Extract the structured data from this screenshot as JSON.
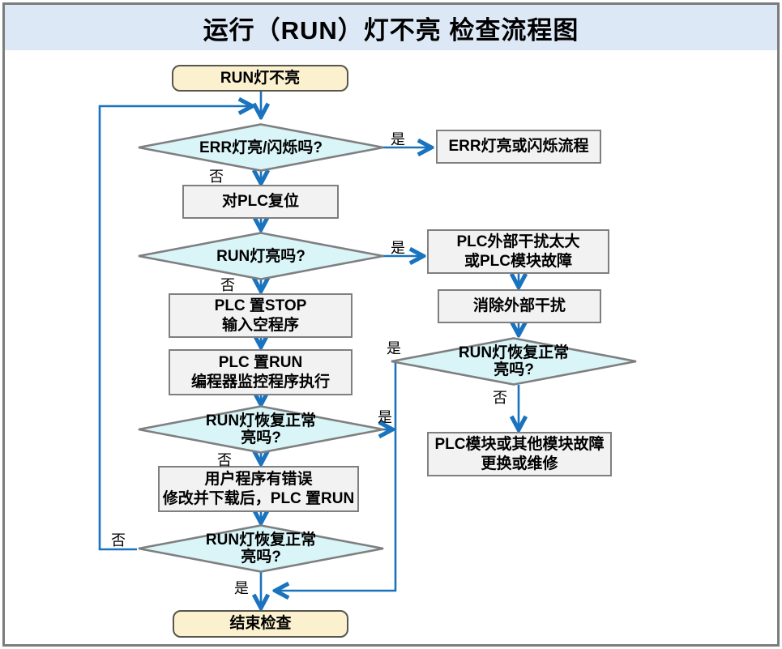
{
  "title": "运行（RUN）灯不亮 检查流程图",
  "labels": {
    "yes": "是",
    "no": "否"
  },
  "colors": {
    "title_bg": "#dce8f5",
    "arrow_blue": "#1a73be",
    "diamond_fill": "#d9f5f8",
    "process_fill": "#f2f2f2",
    "terminal_fill": "#fbf1cf",
    "shape_border": "#7f7f7f"
  },
  "nodes": {
    "start": {
      "label": "RUN灯不亮"
    },
    "check_err": {
      "label": "ERR灯亮/闪烁吗?"
    },
    "err_flow": {
      "label": "ERR灯亮或闪烁流程"
    },
    "reset_plc": {
      "label": "对PLC复位"
    },
    "check_run": {
      "label": "RUN灯亮吗?"
    },
    "interference": {
      "lines": [
        "PLC外部干扰太大",
        "或PLC模块故障"
      ]
    },
    "remove_interference": {
      "label": "消除外部干扰"
    },
    "check_recover_right": {
      "lines": [
        "RUN灯恢复正常",
        "亮吗?"
      ]
    },
    "module_fault": {
      "lines": [
        "PLC模块或其他模块故障",
        "更换或维修"
      ]
    },
    "set_stop": {
      "lines": [
        "PLC 置STOP",
        "输入空程序"
      ]
    },
    "set_run": {
      "lines": [
        "PLC 置RUN",
        "编程器监控程序执行"
      ]
    },
    "check_recover_1": {
      "lines": [
        "RUN灯恢复正常",
        "亮吗?"
      ]
    },
    "user_program": {
      "lines": [
        "用户程序有错误",
        "修改并下载后，PLC 置RUN"
      ]
    },
    "check_recover_2": {
      "lines": [
        "RUN灯恢复正常",
        "亮吗?"
      ]
    },
    "end": {
      "label": "结束检查"
    }
  }
}
